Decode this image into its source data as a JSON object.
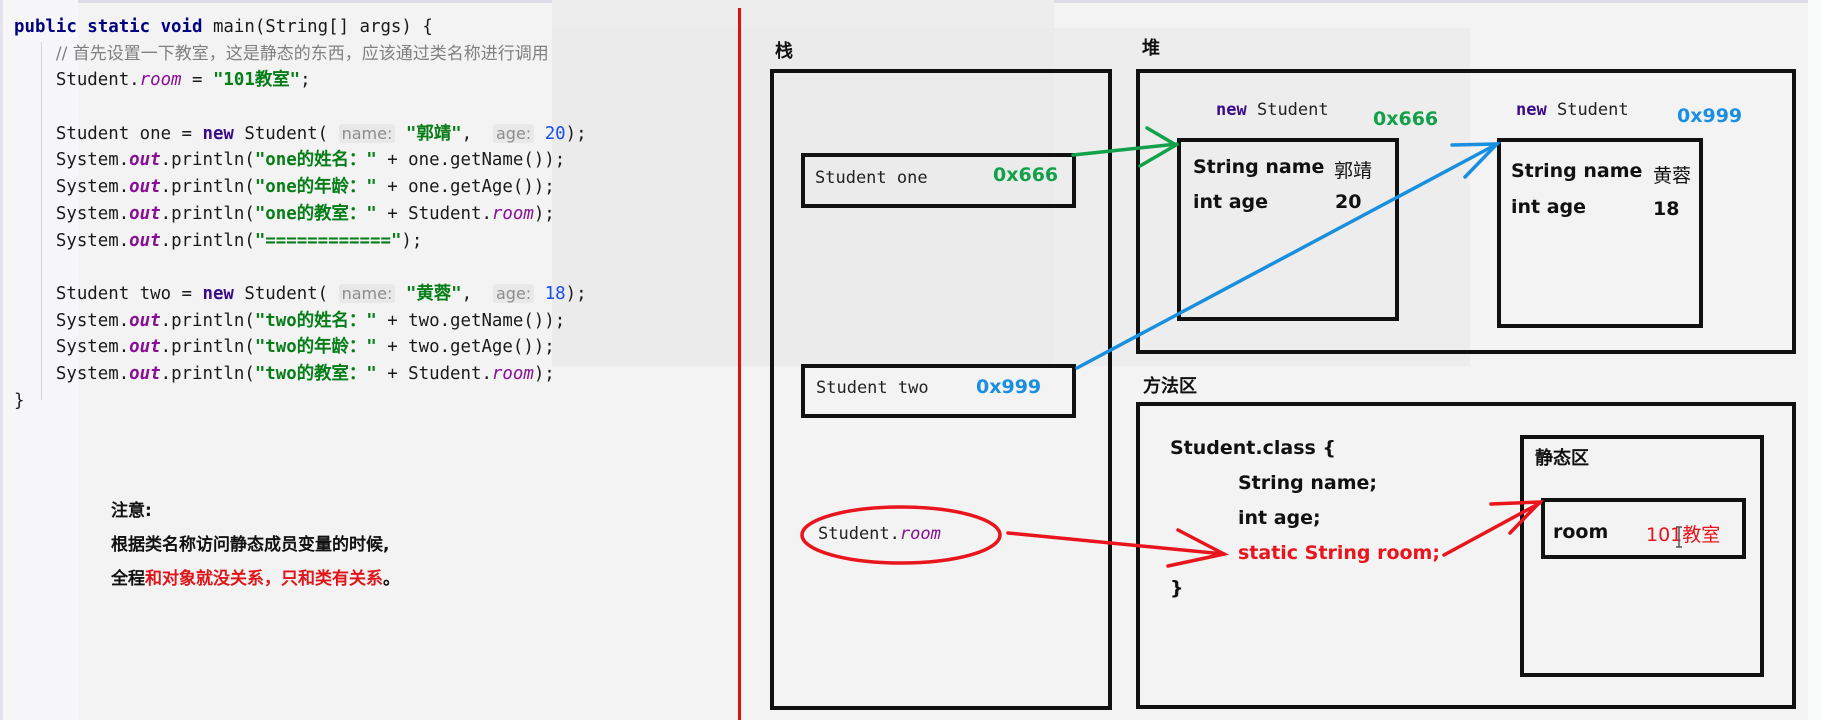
{
  "code": {
    "lines": [
      [
        {
          "t": "public static void",
          "c": "kw"
        },
        {
          "t": " main(String[] args) {",
          "c": ""
        }
      ],
      [
        {
          "t": "    ",
          "c": ""
        },
        {
          "t": "// 首先设置一下教室，这是静态的东西，应该通过类名称进行调用",
          "c": "cmt"
        }
      ],
      [
        {
          "t": "    Student.",
          "c": ""
        },
        {
          "t": "room",
          "c": "fld"
        },
        {
          "t": " = ",
          "c": ""
        },
        {
          "t": "\"101教室\"",
          "c": "str"
        },
        {
          "t": ";",
          "c": ""
        }
      ],
      [],
      [
        {
          "t": "    Student one = ",
          "c": ""
        },
        {
          "t": "new",
          "c": "kw2"
        },
        {
          "t": " Student( ",
          "c": ""
        },
        {
          "t": "name:",
          "c": "hint"
        },
        {
          "t": " ",
          "c": ""
        },
        {
          "t": "\"郭靖\"",
          "c": "str"
        },
        {
          "t": ",  ",
          "c": ""
        },
        {
          "t": "age:",
          "c": "hint"
        },
        {
          "t": " ",
          "c": ""
        },
        {
          "t": "20",
          "c": "num"
        },
        {
          "t": ");",
          "c": ""
        }
      ],
      [
        {
          "t": "    System.",
          "c": ""
        },
        {
          "t": "out",
          "c": "fldb"
        },
        {
          "t": ".println(",
          "c": ""
        },
        {
          "t": "\"one的姓名：\"",
          "c": "str"
        },
        {
          "t": " + one.getName());",
          "c": ""
        }
      ],
      [
        {
          "t": "    System.",
          "c": ""
        },
        {
          "t": "out",
          "c": "fldb"
        },
        {
          "t": ".println(",
          "c": ""
        },
        {
          "t": "\"one的年龄：\"",
          "c": "str"
        },
        {
          "t": " + one.getAge());",
          "c": ""
        }
      ],
      [
        {
          "t": "    System.",
          "c": ""
        },
        {
          "t": "out",
          "c": "fldb"
        },
        {
          "t": ".println(",
          "c": ""
        },
        {
          "t": "\"one的教室：\"",
          "c": "str"
        },
        {
          "t": " + Student.",
          "c": ""
        },
        {
          "t": "room",
          "c": "fld"
        },
        {
          "t": ");",
          "c": ""
        }
      ],
      [
        {
          "t": "    System.",
          "c": ""
        },
        {
          "t": "out",
          "c": "fldb"
        },
        {
          "t": ".println(",
          "c": ""
        },
        {
          "t": "\"============\"",
          "c": "str"
        },
        {
          "t": ");",
          "c": ""
        }
      ],
      [],
      [
        {
          "t": "    Student two = ",
          "c": ""
        },
        {
          "t": "new",
          "c": "kw2"
        },
        {
          "t": " Student( ",
          "c": ""
        },
        {
          "t": "name:",
          "c": "hint"
        },
        {
          "t": " ",
          "c": ""
        },
        {
          "t": "\"黄蓉\"",
          "c": "str"
        },
        {
          "t": ",  ",
          "c": ""
        },
        {
          "t": "age:",
          "c": "hint"
        },
        {
          "t": " ",
          "c": ""
        },
        {
          "t": "18",
          "c": "num"
        },
        {
          "t": ");",
          "c": ""
        }
      ],
      [
        {
          "t": "    System.",
          "c": ""
        },
        {
          "t": "out",
          "c": "fldb"
        },
        {
          "t": ".println(",
          "c": ""
        },
        {
          "t": "\"two的姓名：\"",
          "c": "str"
        },
        {
          "t": " + two.getName());",
          "c": ""
        }
      ],
      [
        {
          "t": "    System.",
          "c": ""
        },
        {
          "t": "out",
          "c": "fldb"
        },
        {
          "t": ".println(",
          "c": ""
        },
        {
          "t": "\"two的年龄：\"",
          "c": "str"
        },
        {
          "t": " + two.getAge());",
          "c": ""
        }
      ],
      [
        {
          "t": "    System.",
          "c": ""
        },
        {
          "t": "out",
          "c": "fldb"
        },
        {
          "t": ".println(",
          "c": ""
        },
        {
          "t": "\"two的教室：\"",
          "c": "str"
        },
        {
          "t": " + Student.",
          "c": ""
        },
        {
          "t": "room",
          "c": "fld"
        },
        {
          "t": ");",
          "c": ""
        }
      ],
      [
        {
          "t": "}",
          "c": ""
        }
      ]
    ]
  },
  "note": {
    "title": "注意:",
    "line1": "根据类名称访问静态成员变量的时候,",
    "line2_black": "全程",
    "line2_red": "和对象就没关系，只和类有关系",
    "line2_end": "。"
  },
  "diagram": {
    "stack": {
      "label": "栈",
      "var_one": {
        "name": "Student one",
        "addr": "0x666"
      },
      "var_two": {
        "name": "Student two",
        "addr": "0x999"
      },
      "static_ref": {
        "prefix": "Student.",
        "field": "room"
      }
    },
    "heap": {
      "label": "堆",
      "objects": [
        {
          "new_kw": "new",
          "class": "Student",
          "addr": "0x666",
          "name_label": "String name",
          "name_value": "郭靖",
          "age_label": "int age",
          "age_value": "20"
        },
        {
          "new_kw": "new",
          "class": "Student",
          "addr": "0x999",
          "name_label": "String name",
          "name_value": "黄蓉",
          "age_label": "int age",
          "age_value": "18"
        }
      ]
    },
    "method_area": {
      "label": "方法区",
      "class_open": "Student.class {",
      "field1": "String name;",
      "field2": "int age;",
      "static_field": "static String room;",
      "class_close": "}",
      "static_area": {
        "label": "静态区",
        "var_name": "room",
        "var_value": "101教室"
      }
    },
    "colors": {
      "ref_one": "#12a14a",
      "ref_two": "#1a8fe0",
      "static_ref": "#e8151c",
      "divider": "#e01010"
    }
  }
}
